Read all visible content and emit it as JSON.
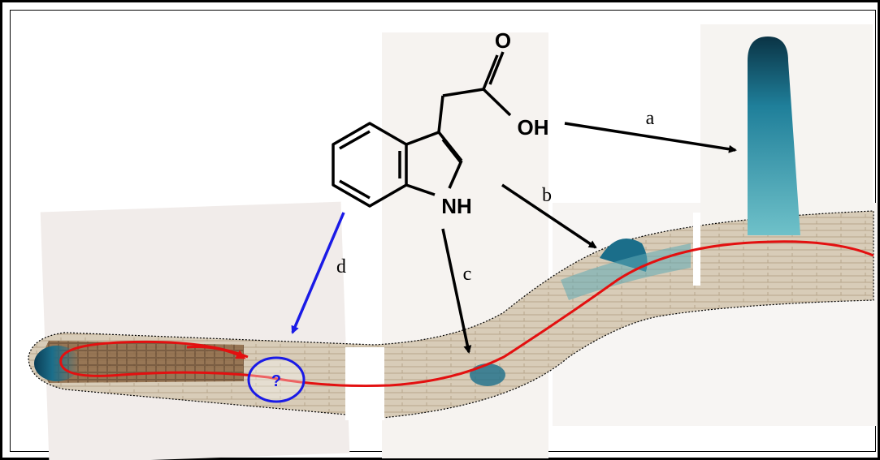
{
  "molecule": {
    "atoms": {
      "oxygen": "O",
      "hydroxyl": "OH",
      "nitrogen": "NH"
    }
  },
  "labels": {
    "a": "a",
    "b": "b",
    "c": "c",
    "d": "d",
    "unknown": "?"
  },
  "colors": {
    "stain": "#1b6e8a",
    "tissue": "#c9b79f",
    "flow": "#e31010",
    "query": "#1a1ae6",
    "arrow": "#000000"
  }
}
